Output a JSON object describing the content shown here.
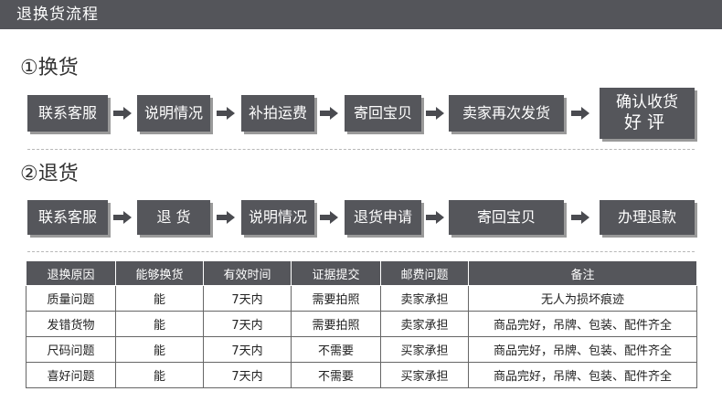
{
  "header": {
    "title": "退换货流程"
  },
  "exchange": {
    "heading": "①换货",
    "steps": [
      "联系客服",
      "说明情况",
      "补拍运费",
      "寄回宝贝",
      "卖家再次发货"
    ],
    "last_line1": "确认收货",
    "last_line2": "好评"
  },
  "return": {
    "heading": "②退货",
    "steps": [
      "联系客服",
      "退 货",
      "说明情况",
      "退货申请",
      "寄回宝贝",
      "办理退款"
    ]
  },
  "table": {
    "headers": [
      "退换原因",
      "能够换货",
      "有效时间",
      "证据提交",
      "邮费问题",
      "备注"
    ],
    "rows": [
      [
        "质量问题",
        "能",
        "7天内",
        "需要拍照",
        "卖家承担",
        "无人为损坏痕迹"
      ],
      [
        "发错货物",
        "能",
        "7天内",
        "需要拍照",
        "卖家承担",
        "商品完好，吊牌、包装、配件齐全"
      ],
      [
        "尺码问题",
        "能",
        "7天内",
        "不需要",
        "买家承担",
        "商品完好，吊牌、包装、配件齐全"
      ],
      [
        "喜好问题",
        "能",
        "7天内",
        "不需要",
        "买家承担",
        "商品完好，吊牌、包装、配件齐全"
      ]
    ]
  },
  "colors": {
    "box": "#55565b",
    "arrow": "#4a4b50",
    "header_bar": "#54555a"
  }
}
